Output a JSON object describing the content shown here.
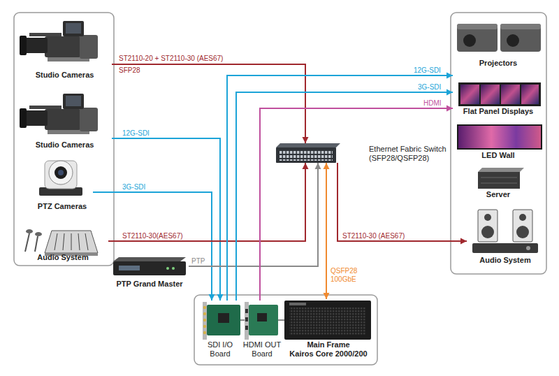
{
  "diagram": {
    "nodes": [
      {
        "text": [
          "Studio Cameras"
        ]
      },
      {
        "text": [
          "Studio Cameras"
        ]
      },
      {
        "text": [
          "PTZ Cameras"
        ]
      },
      {
        "text": [
          "Audio System"
        ]
      },
      {
        "text": [
          "PTP Grand Master"
        ]
      },
      {
        "text": [
          "Ethernet Fabric Switch (SFP28/QSFP28)"
        ]
      },
      {
        "text": [
          "SDI I/O Board"
        ]
      },
      {
        "text": [
          "HDMI OUT Board"
        ]
      },
      {
        "text": [
          "Main Frame",
          "Kairos Core 2000/200"
        ]
      },
      {
        "text": [
          "Projectors"
        ]
      },
      {
        "text": [
          "Flat Panel Displays"
        ]
      },
      {
        "text": [
          "LED Wall"
        ]
      },
      {
        "text": [
          "Server"
        ]
      },
      {
        "text": [
          "Audio System"
        ]
      }
    ],
    "edges": [
      {
        "from": 0,
        "to": 5,
        "arrow": "to",
        "label": "ST2110-20 + ST2110-30 (AES67)"
      },
      {
        "from": 1,
        "to": 6,
        "arrow": "to",
        "label": "12G-SDI"
      },
      {
        "from": 2,
        "to": 6,
        "arrow": "to",
        "label": "3G-SDI"
      },
      {
        "from": 3,
        "to": 5,
        "arrow": "to",
        "label": "ST2110-30(AES67)"
      },
      {
        "from": 4,
        "to": 5,
        "arrow": "to",
        "label": "PTP"
      },
      {
        "from": 6,
        "to": 9,
        "arrow": "to",
        "label": "12G-SDI"
      },
      {
        "from": 6,
        "to": 10,
        "arrow": "to",
        "label": "3G-SDI"
      },
      {
        "from": 7,
        "to": 10,
        "arrow": "to",
        "label": "HDMI"
      },
      {
        "from": 5,
        "to": 8,
        "arrow": "both",
        "label": "QSFP28 100GbE"
      },
      {
        "from": 5,
        "to": 13,
        "arrow": "to",
        "label": "ST2110-30 (AES67)"
      }
    ],
    "labels": [
      "SFP28"
    ]
  }
}
